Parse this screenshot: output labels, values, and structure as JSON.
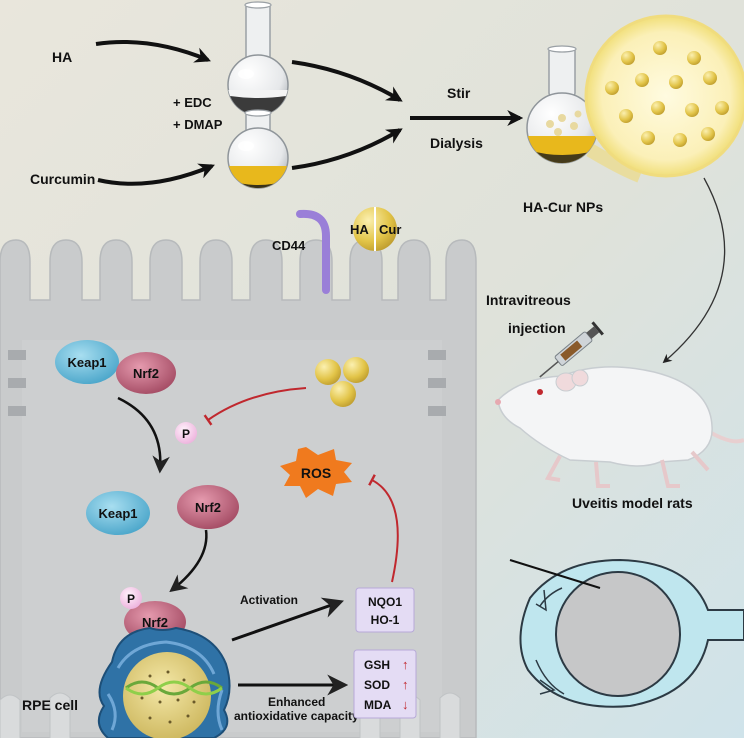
{
  "synthesis": {
    "ha": "HA",
    "curcumin": "Curcumin",
    "edc": "+ EDC",
    "dmap": "+ DMAP",
    "stir": "Stir",
    "dialysis": "Dialysis",
    "product": "HA-Cur NPs"
  },
  "membrane": {
    "receptor": "CD44",
    "np_left": "HA",
    "np_right": "Cur"
  },
  "animal": {
    "route_line1": "Intravitreous",
    "route_line2": "injection",
    "model": "Uveitis model rats"
  },
  "pathway": {
    "keap1": "Keap1",
    "nrf2": "Nrf2",
    "phospho": "P",
    "ros": "ROS",
    "activation": "Activation",
    "genes": [
      "NQO1",
      "HO-1"
    ],
    "markers": [
      "GSH",
      "SOD",
      "MDA"
    ],
    "marker_arrows": [
      "↑",
      "↑",
      "↓"
    ],
    "enhanced_line1": "Enhanced",
    "enhanced_line2": "antioxidative capacity",
    "cell": "RPE cell"
  },
  "colors": {
    "keap1": "#5fb8d6",
    "nrf2": "#b95a72",
    "ros": "#f07a1e",
    "inhibit": "#c0282e",
    "box": "#e4dcf4",
    "nanoparticle": "#e2c448",
    "solution": "#e8b81c"
  }
}
